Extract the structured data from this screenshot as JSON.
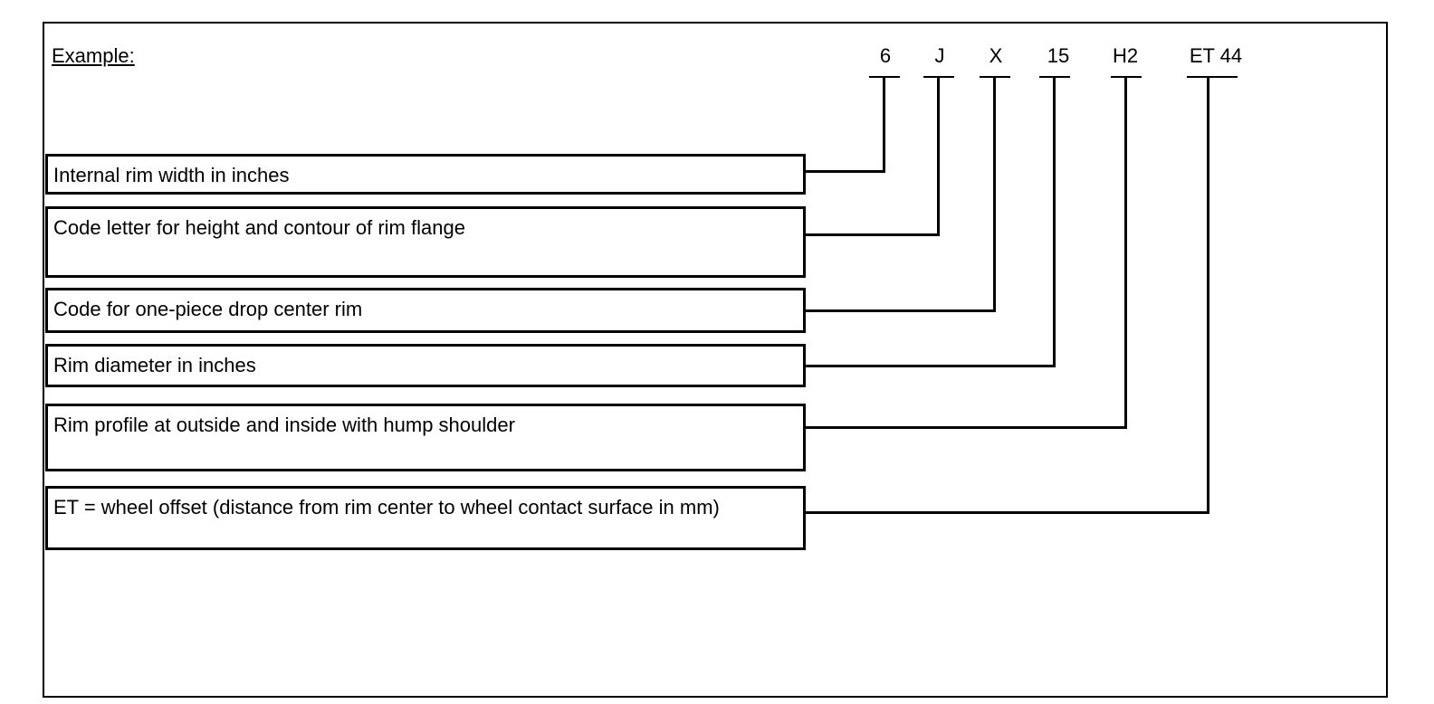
{
  "diagram": {
    "example_label": "Example:",
    "code": {
      "parts": [
        {
          "label": "6"
        },
        {
          "label": "J"
        },
        {
          "label": "X"
        },
        {
          "label": "15"
        },
        {
          "label": "H2"
        },
        {
          "label": "ET 44"
        }
      ]
    },
    "rows": [
      {
        "code": "6",
        "label": "Internal rim width in inches"
      },
      {
        "code": "J",
        "label": "Code letter for height and contour of rim flange"
      },
      {
        "code": "X",
        "label": "Code for one-piece drop center rim"
      },
      {
        "code": "15",
        "label": "Rim diameter in inches"
      },
      {
        "code": "H2",
        "label": "Rim profile at outside and inside with hump shoulder"
      },
      {
        "code": "ET 44",
        "label": "ET = wheel offset (distance from rim center to wheel contact surface in mm)"
      }
    ],
    "colors": {
      "line": "#000000",
      "background": "#ffffff"
    }
  }
}
